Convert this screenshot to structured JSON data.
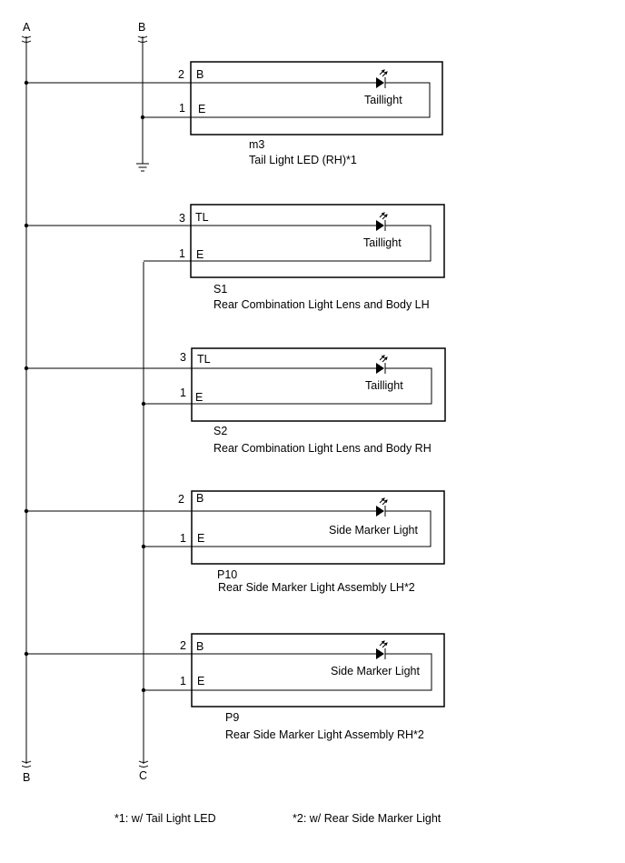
{
  "buses": {
    "left_top": "A",
    "mid_top": "B",
    "left_bottom": "B",
    "mid_bottom": "C"
  },
  "components": [
    {
      "code": "m3",
      "name": "Tail Light LED (RH)*1",
      "pin_top_num": "2",
      "pin_top_name": "B",
      "pin_bot_num": "1",
      "pin_bot_name": "E",
      "lamp": "Taillight"
    },
    {
      "code": "S1",
      "name": "Rear Combination Light Lens and Body LH",
      "pin_top_num": "3",
      "pin_top_name": "TL",
      "pin_bot_num": "1",
      "pin_bot_name": "E",
      "lamp": "Taillight"
    },
    {
      "code": "S2",
      "name": "Rear Combination Light Lens and Body RH",
      "pin_top_num": "3",
      "pin_top_name": "TL",
      "pin_bot_num": "1",
      "pin_bot_name": "E",
      "lamp": "Taillight"
    },
    {
      "code": "P10",
      "name": "Rear Side Marker Light Assembly LH*2",
      "pin_top_num": "2",
      "pin_top_name": "B",
      "pin_bot_num": "1",
      "pin_bot_name": "E",
      "lamp": "Side Marker Light"
    },
    {
      "code": "P9",
      "name": "Rear Side Marker Light Assembly RH*2",
      "pin_top_num": "2",
      "pin_top_name": "B",
      "pin_bot_num": "1",
      "pin_bot_name": "E",
      "lamp": "Side Marker Light"
    }
  ],
  "notes": {
    "note1": "*1: w/ Tail Light LED",
    "note2": "*2: w/ Rear Side Marker Light"
  },
  "icons": [
    "led-icon",
    "ground-icon",
    "break-mark-icon",
    "junction-dot-icon"
  ]
}
